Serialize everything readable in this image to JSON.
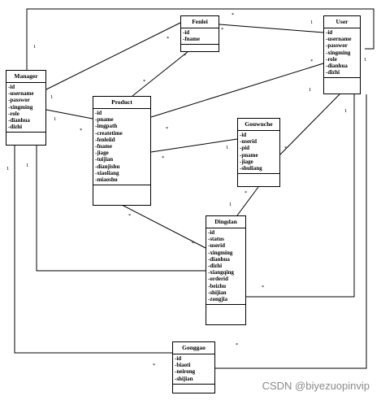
{
  "classes": {
    "fenlei": {
      "name": "Fenlei",
      "attrs": [
        "-id",
        "-fname"
      ]
    },
    "user": {
      "name": "User",
      "attrs": [
        "-id",
        "-username",
        "-passwor",
        "-xingming",
        "-role",
        "-dianhua",
        "-dizhi"
      ]
    },
    "manager": {
      "name": "Manager",
      "attrs": [
        "-id",
        "-username",
        "-passwor",
        "-xingming",
        "-role",
        "-dianhua",
        "-dizhi"
      ]
    },
    "product": {
      "name": "Product",
      "attrs": [
        "-id",
        "-pname",
        "-imgpath",
        "-createtime",
        "-fenleiid",
        "-fname",
        "-jiage",
        "-tuijian",
        "-dianjishu",
        "-xiaoliang",
        "-miaoshu"
      ]
    },
    "gouwuche": {
      "name": "Gouwuche",
      "attrs": [
        "-id",
        "-userid",
        "-pid",
        "-pname",
        "-jiage",
        "-shuliang"
      ]
    },
    "dingdan": {
      "name": "Dingdan",
      "attrs": [
        "-id",
        "-status",
        "-userid",
        "-xingming",
        "-dianhua",
        "-dizhi",
        "-xiangqing",
        "-orderid",
        "-beizhu",
        "-shijian",
        "-zongjia"
      ]
    },
    "gonggao": {
      "name": "Gonggao",
      "attrs": [
        "-id",
        "-biaoti",
        "-neirong",
        "-shijian"
      ]
    }
  },
  "multiplicities": [
    "*",
    "*",
    "1",
    "*",
    "1",
    "*",
    "*",
    "1",
    "1",
    "*",
    "*",
    "1",
    "*",
    "1",
    "*",
    "*",
    "1",
    "1",
    "*",
    "*",
    "*",
    "1",
    "*",
    "1",
    "1",
    "*",
    "*"
  ],
  "watermark": "CSDN @biyezuopinvip"
}
